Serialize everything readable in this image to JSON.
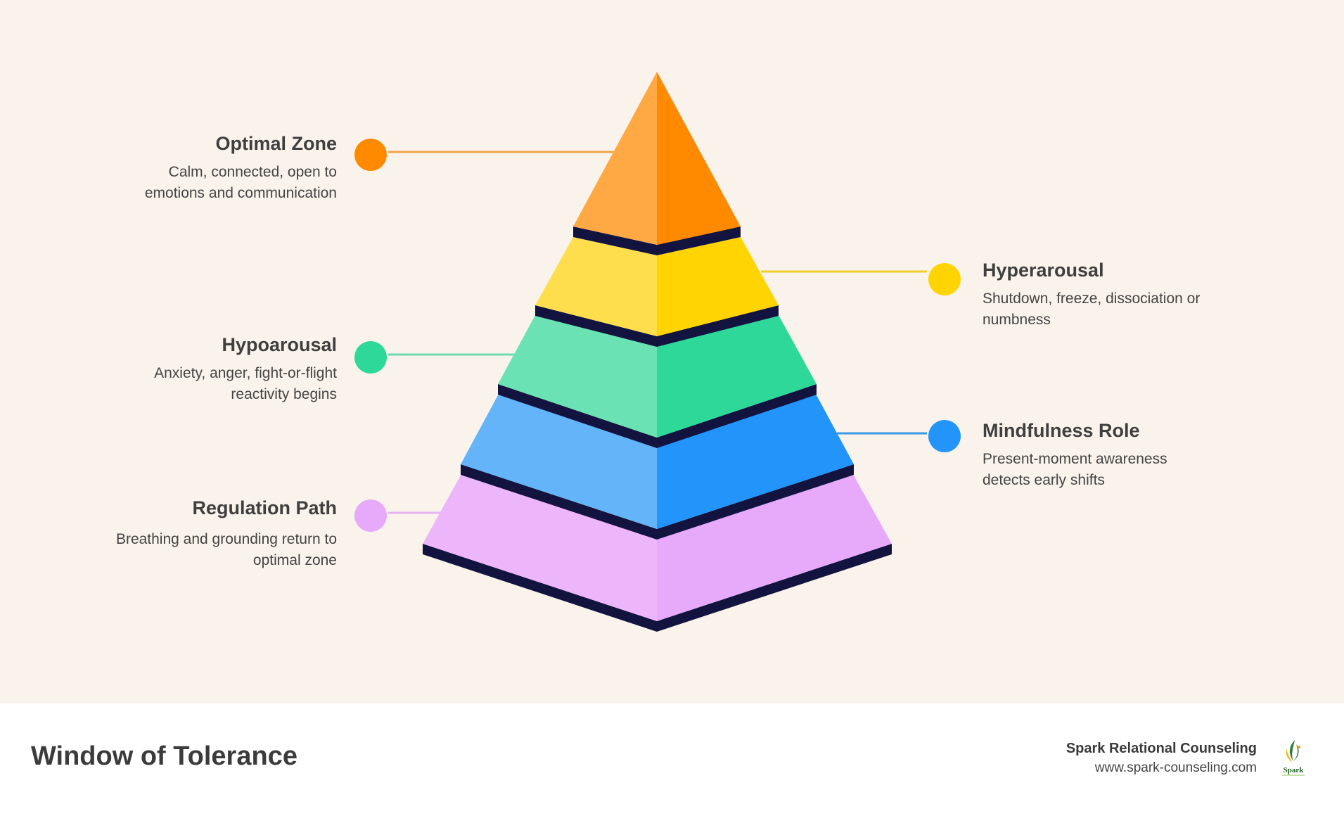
{
  "diagram": {
    "levels": [
      {
        "key": "optimal",
        "title": "Optimal Zone",
        "desc_line1": "Calm, connected, open to",
        "desc_line2": "emotions and communication",
        "color_light": "#FFA944",
        "color_dark": "#FF8A00",
        "side": "left"
      },
      {
        "key": "hyper",
        "title": "Hyperarousal",
        "desc_line1": "Shutdown, freeze, dissociation or",
        "desc_line2": "numbness",
        "color_light": "#FFDE4D",
        "color_dark": "#FFD400",
        "side": "right"
      },
      {
        "key": "hypo",
        "title": "Hypoarousal",
        "desc_line1": "Anxiety, anger, fight-or-flight",
        "desc_line2": "reactivity begins",
        "color_light": "#6AE2B4",
        "color_dark": "#2ED898",
        "side": "left"
      },
      {
        "key": "mindful",
        "title": "Mindfulness Role",
        "desc_line1": "Present-moment awareness",
        "desc_line2": "detects early shifts",
        "color_light": "#64B4FA",
        "color_dark": "#2294FA",
        "side": "right"
      },
      {
        "key": "regulation",
        "title": "Regulation Path",
        "desc_line1": "Breathing and grounding return to",
        "desc_line2": "optimal zone",
        "color_light": "#EDB5FA",
        "color_dark": "#E7A9FA",
        "side": "left"
      }
    ],
    "separator_color": "#12143F"
  },
  "footer": {
    "title": "Window of Tolerance",
    "brand_name": "Spark Relational Counseling",
    "brand_url": "www.spark-counseling.com",
    "logo_text": "Spark"
  }
}
